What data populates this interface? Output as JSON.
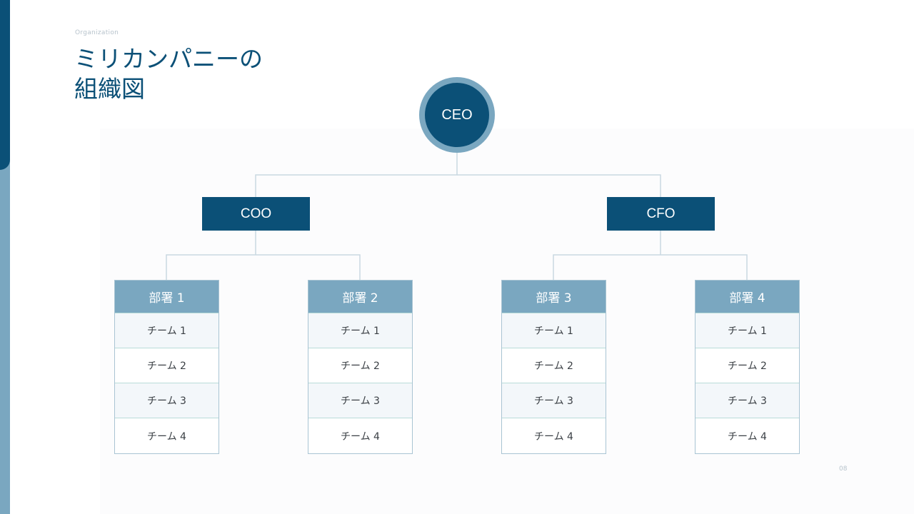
{
  "header": {
    "eyebrow": "Organization",
    "title": "ミリカンパニーの\n組織図"
  },
  "org": {
    "ceo": "CEO",
    "executives": [
      "COO",
      "CFO"
    ],
    "departments": [
      {
        "name": "部署 1",
        "teams": [
          "チーム 1",
          "チーム 2",
          "チーム 3",
          "チーム 4"
        ]
      },
      {
        "name": "部署 2",
        "teams": [
          "チーム 1",
          "チーム 2",
          "チーム 3",
          "チーム 4"
        ]
      },
      {
        "name": "部署 3",
        "teams": [
          "チーム 1",
          "チーム 2",
          "チーム 3",
          "チーム 4"
        ]
      },
      {
        "name": "部署 4",
        "teams": [
          "チーム 1",
          "チーム 2",
          "チーム 3",
          "チーム 4"
        ]
      }
    ]
  },
  "footer": {
    "page_number": "08"
  },
  "colors": {
    "primary": "#0b5077",
    "secondary": "#7aa7c0",
    "team_border": "#b9dcd9"
  }
}
